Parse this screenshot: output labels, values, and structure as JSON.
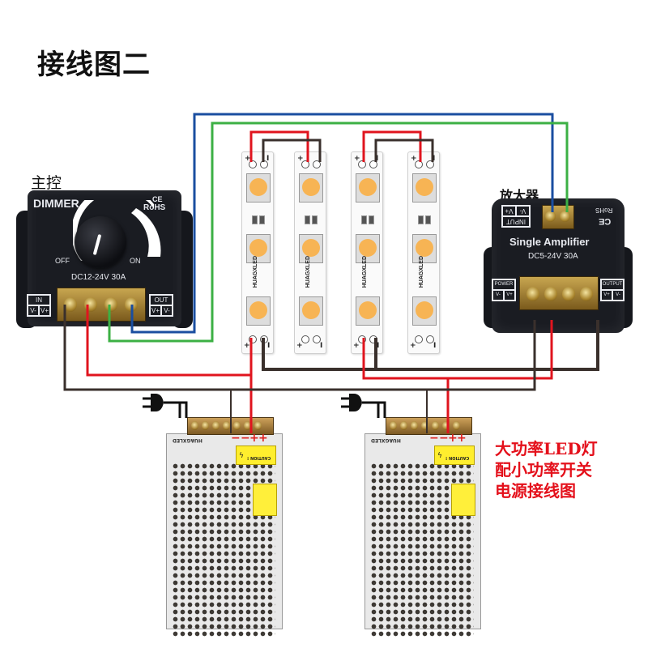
{
  "title": "接线图二",
  "labels": {
    "main_controller": "主控",
    "amplifier": "放大器"
  },
  "dimmer": {
    "name": "DIMMER",
    "cert_ce": "CE",
    "cert_rohs": "RoHS",
    "knob_off": "OFF",
    "knob_on": "ON",
    "rating": "DC12-24V  30A",
    "in_header": "IN",
    "in_pins": [
      "V-",
      "V+"
    ],
    "out_header": "OUT",
    "out_pins": [
      "V+",
      "V-"
    ]
  },
  "amplifier": {
    "name": "Single Amplifier",
    "rating": "DC5-24V  30A",
    "input_header": "INPUT",
    "input_pins": [
      "V-",
      "V+"
    ],
    "cert_rohs": "RoHS",
    "cert_ce": "CE",
    "power_header": "POWER",
    "power_pins": [
      "V-",
      "V+"
    ],
    "output_header": "OUTPUT",
    "output_pins": [
      "V+",
      "V-"
    ]
  },
  "led_strips": [
    {
      "brand": "HUAGXLED",
      "plus": "+",
      "minus": "I"
    },
    {
      "brand": "HUAGXLED",
      "plus": "+",
      "minus": "I"
    },
    {
      "brand": "HUAGXLED",
      "plus": "+",
      "minus": "I"
    },
    {
      "brand": "HUAGXLED",
      "plus": "+",
      "minus": "I"
    }
  ],
  "power_supplies": [
    {
      "brand": "HUAGXLED",
      "caution": "CAUTION !",
      "terminal_signs": [
        "−",
        "−",
        "+",
        "+"
      ]
    },
    {
      "brand": "HUAGXLED",
      "caution": "CAUTION !",
      "terminal_signs": [
        "−",
        "−",
        "+",
        "+"
      ]
    }
  ],
  "note": {
    "lines": [
      "大功率LED灯",
      "配小功率开关",
      "电源接线图"
    ]
  },
  "wire_colors": {
    "signal_plus": "#1a4ea0",
    "signal_minus": "#3cb044",
    "positive": "#e0141e",
    "negative": "#3a302c"
  }
}
